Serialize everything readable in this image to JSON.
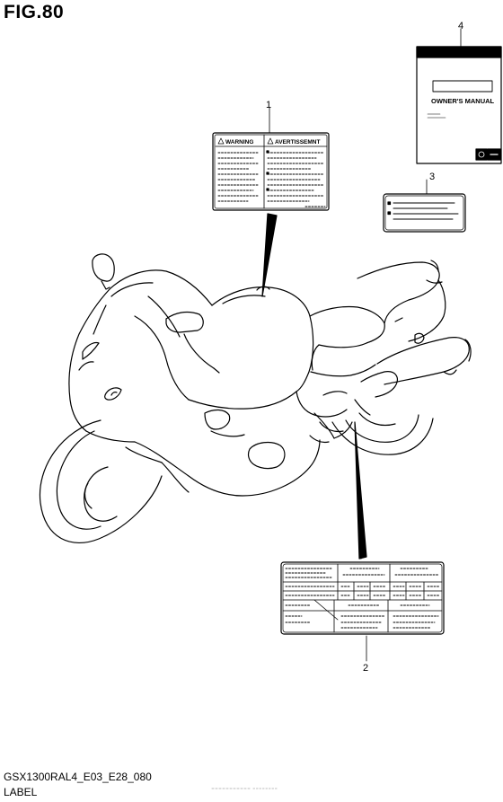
{
  "figure": {
    "title": "FIG.80",
    "code": "GSX1300RAL4_E03_E28_080",
    "caption": "LABEL"
  },
  "callouts": [
    {
      "number": "1"
    },
    {
      "number": "2"
    },
    {
      "number": "3"
    },
    {
      "number": "4"
    }
  ],
  "label1": {
    "warning_text": "WARNING",
    "avertissement_text": "AVERTISSEMNT"
  },
  "manual": {
    "title": "OWNER'S MANUAL"
  }
}
